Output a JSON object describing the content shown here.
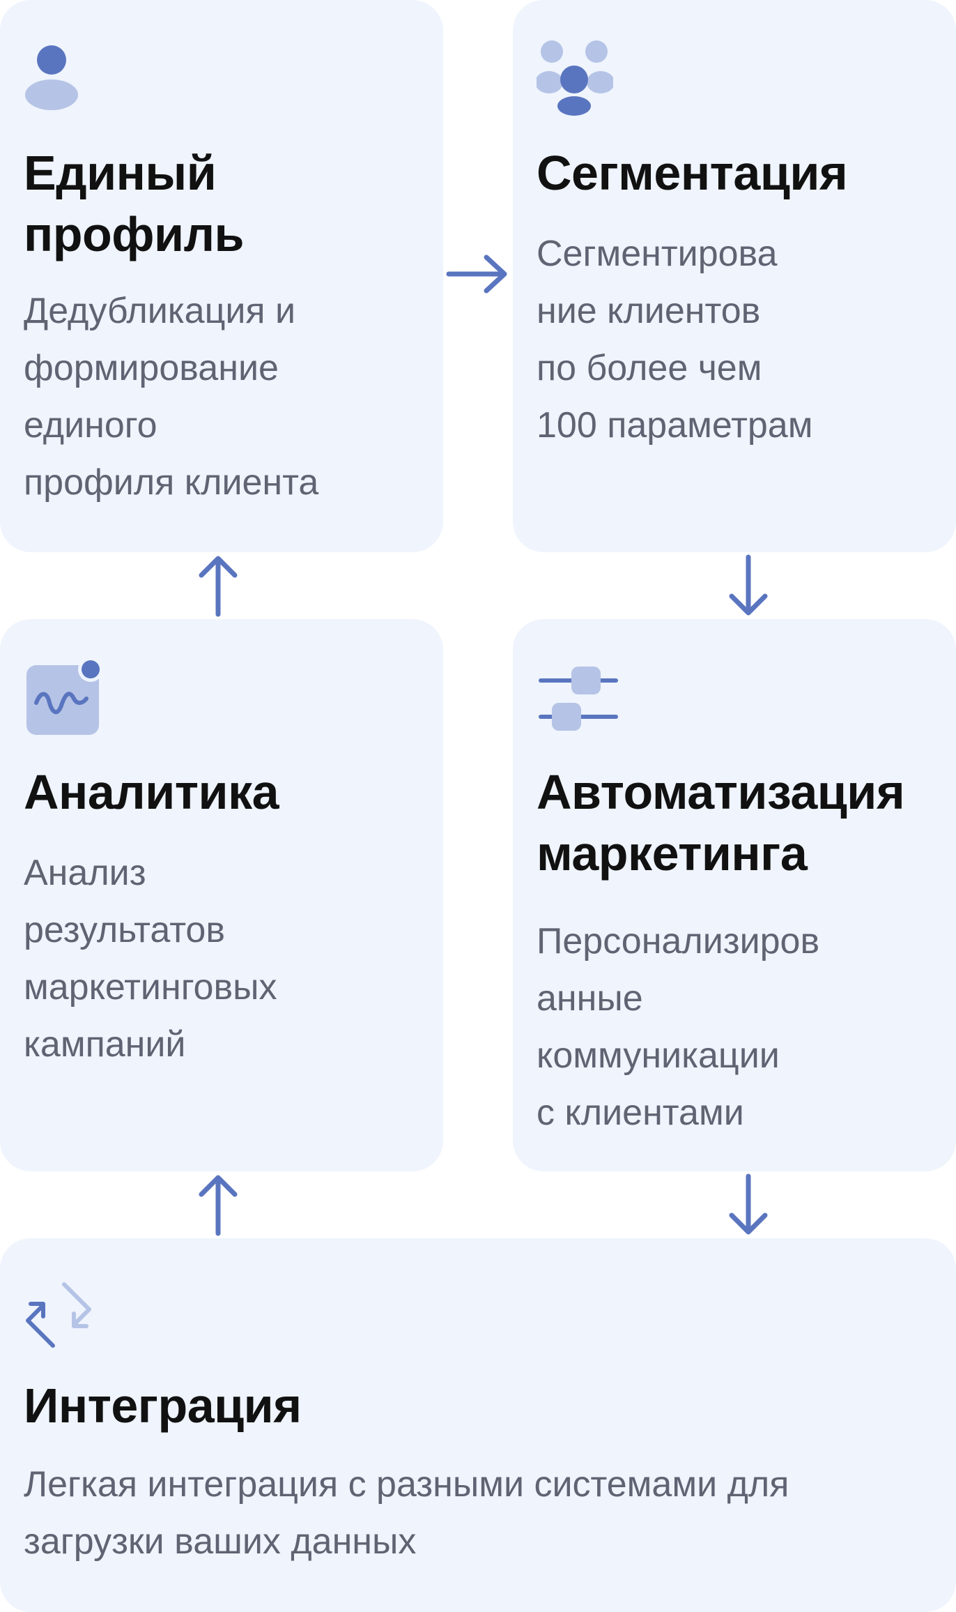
{
  "cards": {
    "profile": {
      "title": "Единый\nпрофиль",
      "description": "Дедубликация и\nформирование\nединого\nпрофиля клиента",
      "icon": "user-icon"
    },
    "segmentation": {
      "title": "Сегментация",
      "description": "Сегментирова\nние клиентов\nпо более чем\n100 параметрам",
      "icon": "users-group-icon"
    },
    "analytics": {
      "title": "Аналитика",
      "description": "Анализ\nрезультатов\nмаркетинговых\nкампаний",
      "icon": "analytics-wave-icon"
    },
    "automation": {
      "title": "Автоматизация\nмаркетинга",
      "description": "Персонализиров\nанные\nкоммуникации\nс клиентами",
      "icon": "sliders-icon"
    },
    "integration": {
      "title": "Интеграция",
      "description": "Легкая интеграция с разными системами для\nзагрузки ваших данных",
      "icon": "sync-arrows-icon"
    }
  },
  "colors": {
    "card_background": "#eff4fd",
    "accent": "#5a75bf",
    "accent_light": "#b5c3e6",
    "title": "#111111",
    "description": "#5f6372"
  }
}
